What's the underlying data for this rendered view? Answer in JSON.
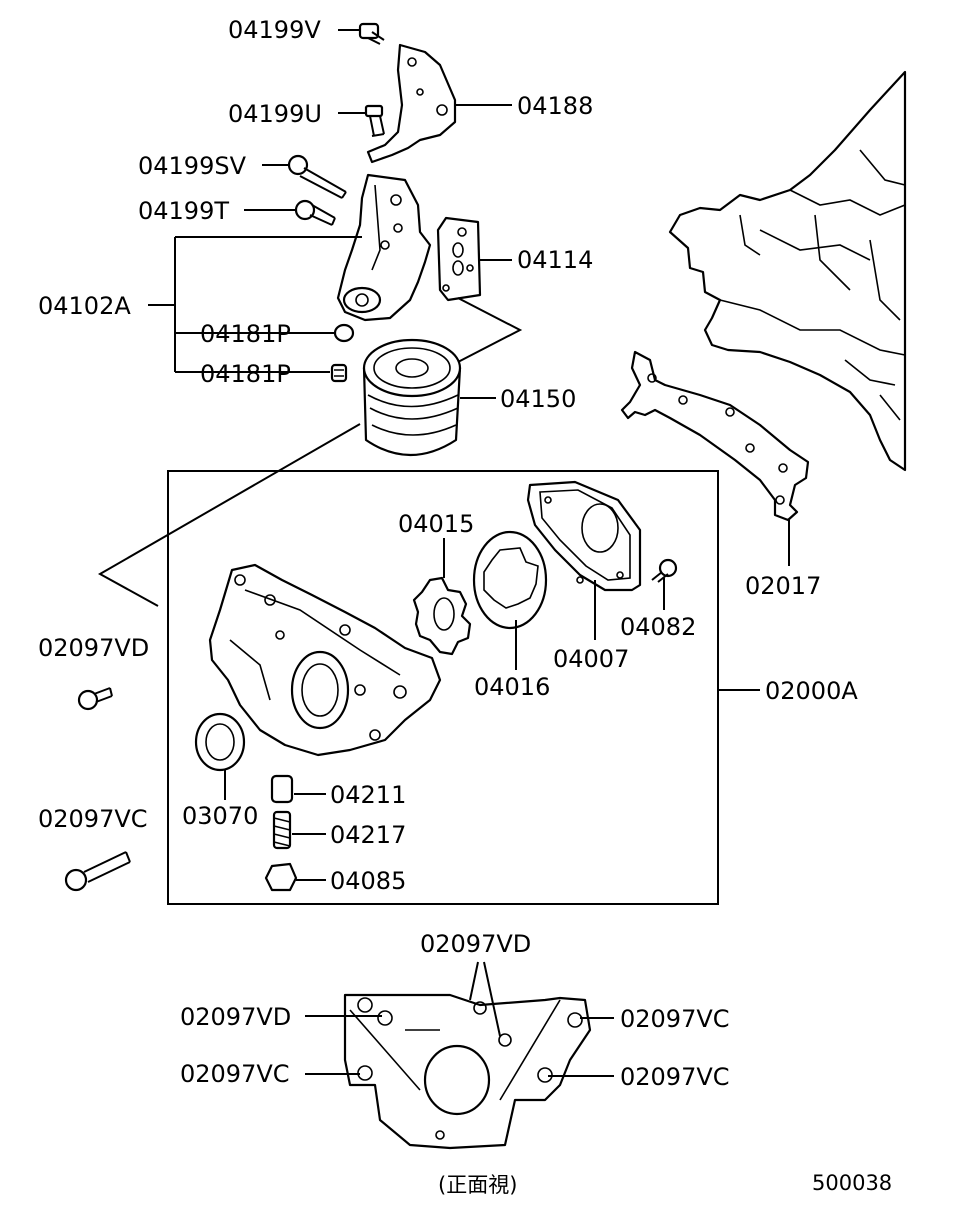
{
  "labels": {
    "p04199V": "04199V",
    "p04199U": "04199U",
    "p04188": "04188",
    "p04199SV": "04199SV",
    "p04199T": "04199T",
    "p04114": "04114",
    "p04102A": "04102A",
    "p04181P_a": "04181P",
    "p04181P_b": "04181P",
    "p04150": "04150",
    "p04015": "04015",
    "p02017": "02017",
    "p04082": "04082",
    "p04007": "04007",
    "p04016": "04016",
    "p02097VD_left": "02097VD",
    "p02000A": "02000A",
    "p03070": "03070",
    "p04211": "04211",
    "p04217": "04217",
    "p02097VC_left": "02097VC",
    "p04085": "04085",
    "front_02097VD_top": "02097VD",
    "front_02097VD_left": "02097VD",
    "front_02097VC_left": "02097VC",
    "front_02097VC_right_top": "02097VC",
    "front_02097VC_right_bottom": "02097VC"
  },
  "view_caption": "(正面視)",
  "diagram_id": "500038"
}
